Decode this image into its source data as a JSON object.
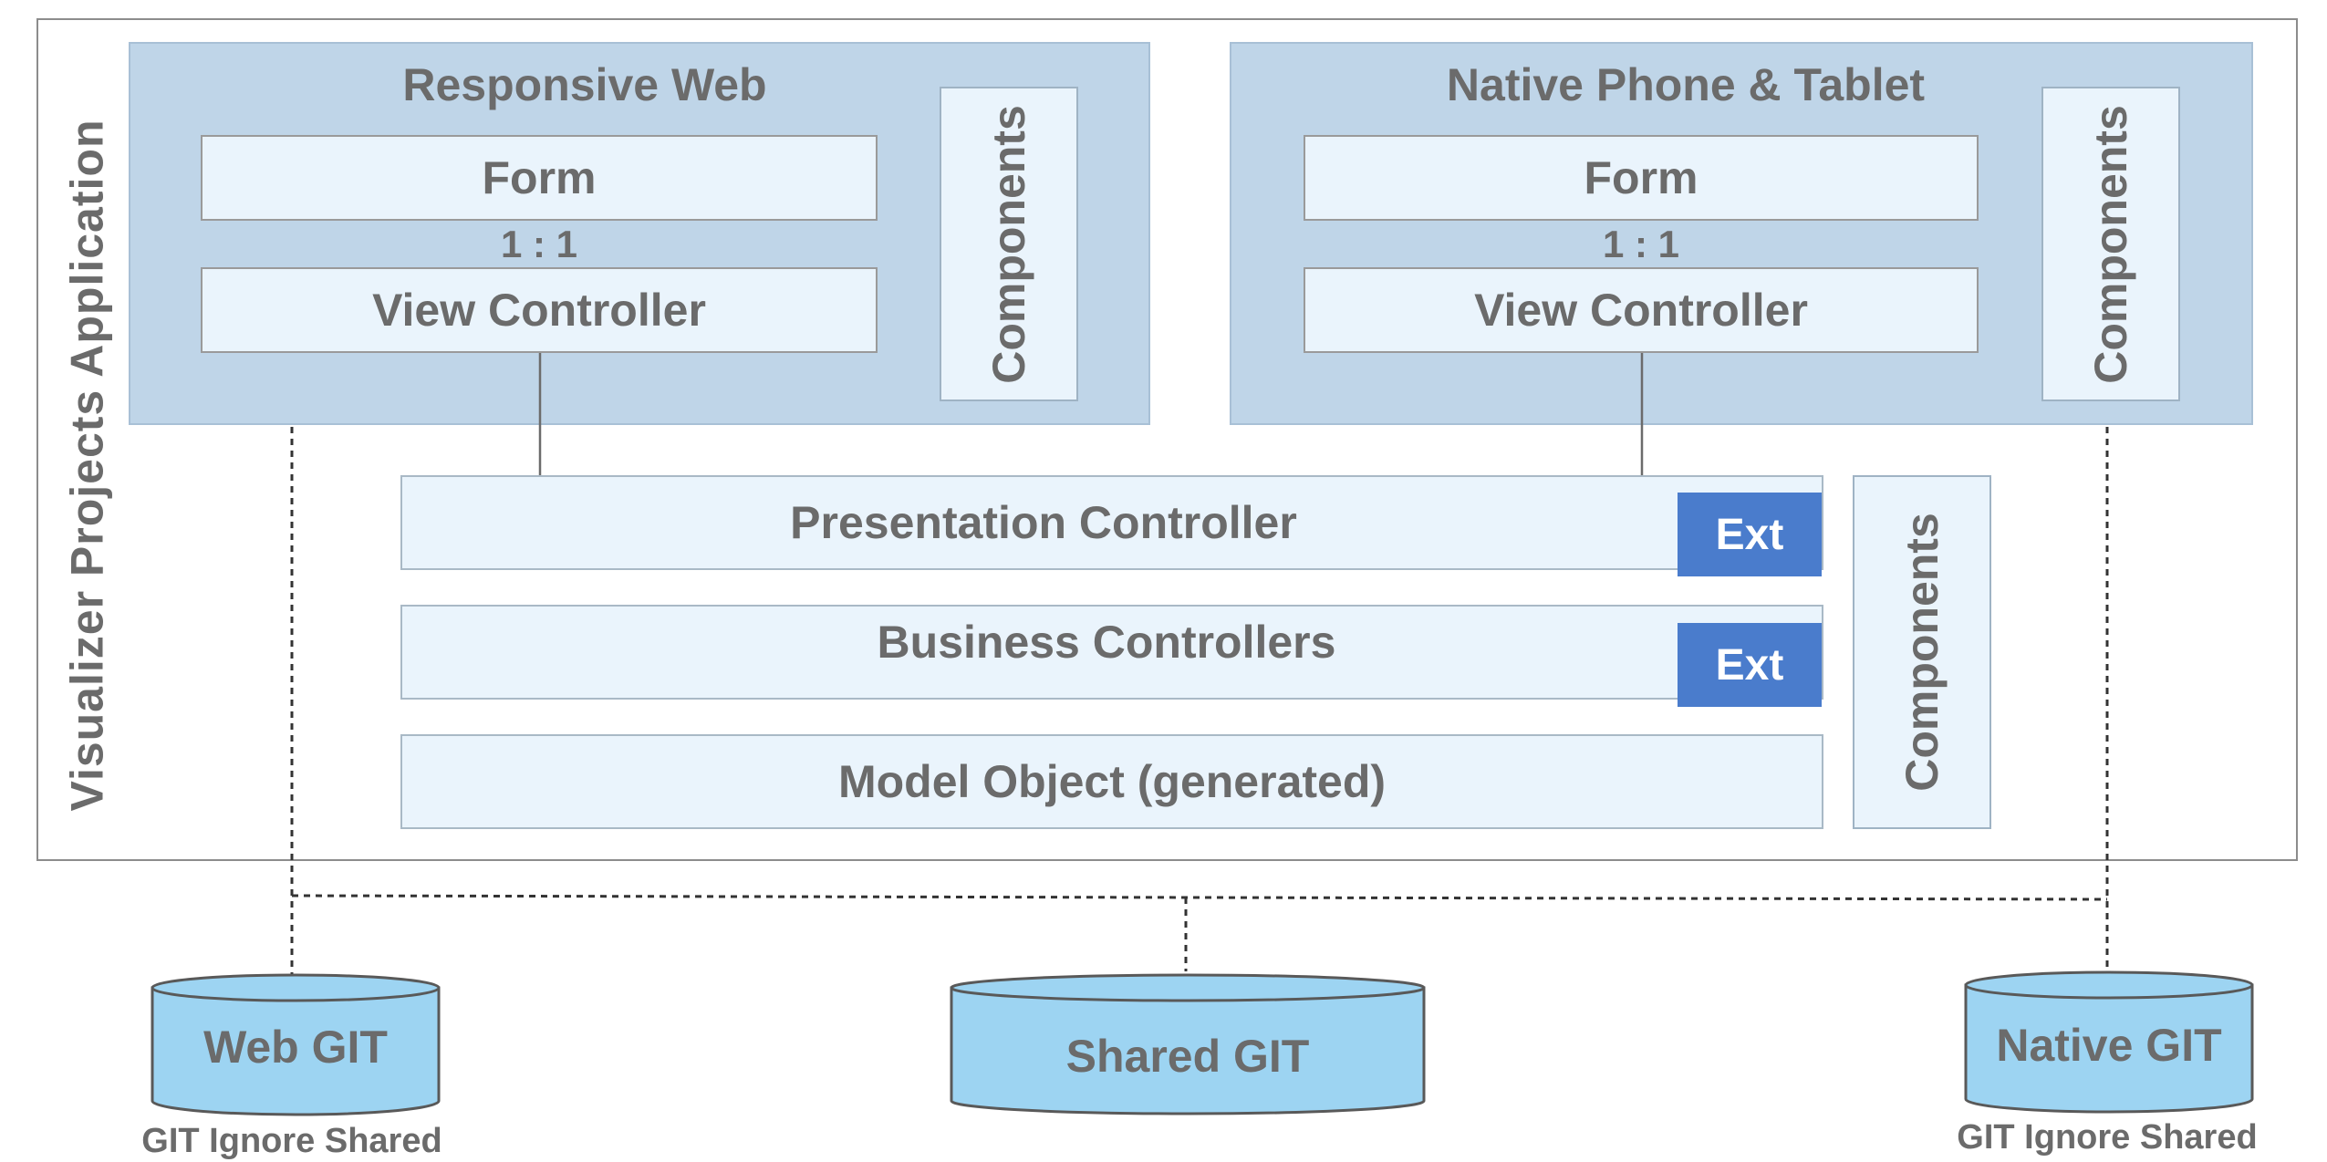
{
  "outer_label": "Visualizer Projects Application",
  "web_panel": {
    "title": "Responsive Web",
    "form": "Form",
    "ratio": "1 : 1",
    "view_controller": "View Controller",
    "components": "Components"
  },
  "native_panel": {
    "title": "Native Phone & Tablet",
    "form": "Form",
    "ratio": "1 : 1",
    "view_controller": "View Controller",
    "components": "Components"
  },
  "layers": {
    "presentation": "Presentation Controller",
    "business": "Business Controllers",
    "model": "Model Object (generated)",
    "ext_presentation": "Ext",
    "ext_business": "Ext",
    "components": "Components"
  },
  "repos": {
    "web": "Web GIT",
    "shared": "Shared GIT",
    "native": "Native GIT",
    "web_caption": "GIT Ignore Shared",
    "native_caption": "GIT Ignore Shared"
  },
  "colors": {
    "panel": "#bfd5e8",
    "box": "#eaf4fc",
    "ext": "#4a7ccc",
    "cylinder": "#9dd4f2",
    "text": "#6b6b6b"
  }
}
